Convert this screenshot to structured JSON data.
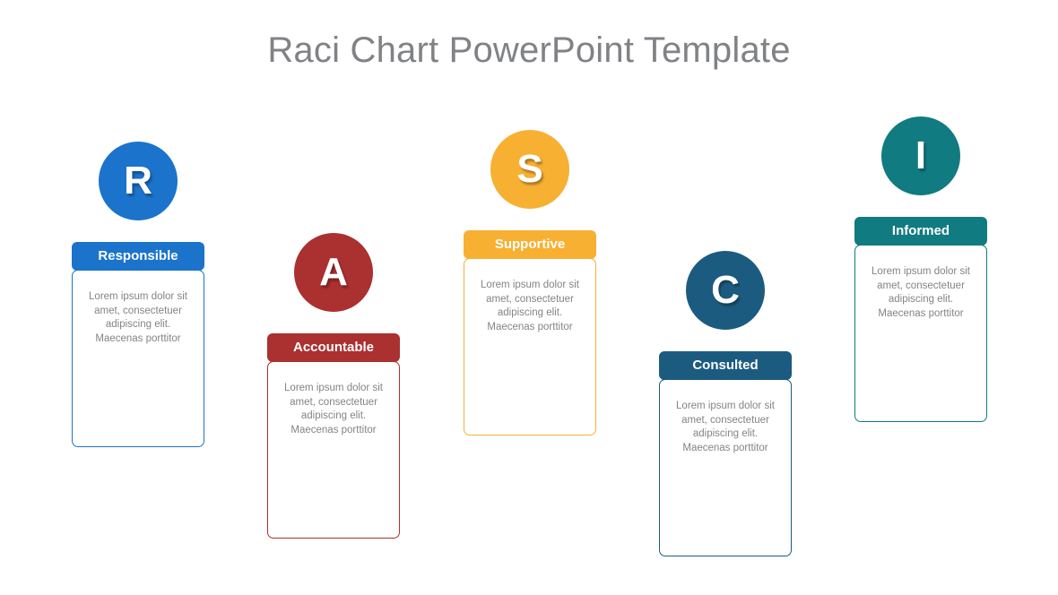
{
  "title": "Raci Chart PowerPoint Template",
  "title_color": "#808285",
  "background_color": "#ffffff",
  "body_text_color": "#848484",
  "diagram_type": "raci-chart",
  "columns": [
    {
      "letter": "R",
      "label": "Responsible",
      "color": "#1b73cb",
      "body": "Lorem ipsum dolor sit amet, consectetuer adipiscing elit. Maecenas porttitor"
    },
    {
      "letter": "A",
      "label": "Accountable",
      "color": "#ab3030",
      "body": "Lorem ipsum dolor sit amet, consectetuer adipiscing elit. Maecenas porttitor"
    },
    {
      "letter": "S",
      "label": "Supportive",
      "color": "#f7b032",
      "body": "Lorem ipsum dolor sit amet, consectetuer adipiscing elit. Maecenas porttitor"
    },
    {
      "letter": "C",
      "label": "Consulted",
      "color": "#1c5b80",
      "body": "Lorem ipsum dolor sit amet, consectetuer adipiscing elit. Maecenas porttitor"
    },
    {
      "letter": "I",
      "label": "Informed",
      "color": "#107b80",
      "body": "Lorem ipsum dolor sit amet, consectetuer adipiscing elit. Maecenas porttitor"
    }
  ]
}
